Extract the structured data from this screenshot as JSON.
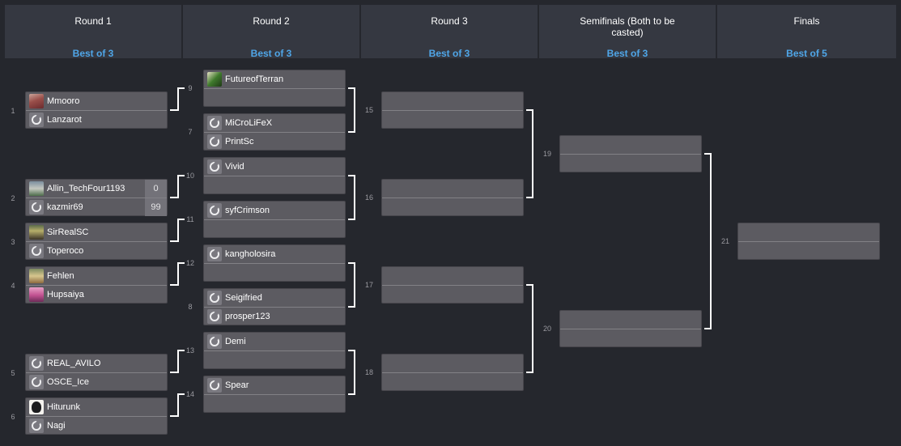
{
  "rounds": [
    {
      "title": "Round 1",
      "best_of": "Best of 3"
    },
    {
      "title": "Round 2",
      "best_of": "Best of 3"
    },
    {
      "title": "Round 3",
      "best_of": "Best of 3"
    },
    {
      "title": "Semifinals (Both to be casted)",
      "best_of": "Best of 3"
    },
    {
      "title": "Finals",
      "best_of": "Best of 5"
    }
  ],
  "round1": [
    {
      "num": "1",
      "p1": {
        "name": "Mmooro",
        "icon": "avatar-photo"
      },
      "p2": {
        "name": "Lanzarot",
        "icon": "faction-icon"
      }
    },
    {
      "num": "2",
      "p1": {
        "name": "Allin_TechFour1193",
        "icon": "avatar-photo",
        "score": "0"
      },
      "p2": {
        "name": "kazmir69",
        "icon": "faction-icon",
        "score": "99"
      }
    },
    {
      "num": "3",
      "p1": {
        "name": "SirRealSC",
        "icon": "avatar-photo"
      },
      "p2": {
        "name": "Toperoco",
        "icon": "faction-icon"
      }
    },
    {
      "num": "4",
      "p1": {
        "name": "Fehlen",
        "icon": "avatar-photo"
      },
      "p2": {
        "name": "Hupsaiya",
        "icon": "avatar-photo"
      }
    },
    {
      "num": "5",
      "p1": {
        "name": "REAL_AVILO",
        "icon": "faction-icon"
      },
      "p2": {
        "name": "OSCE_Ice",
        "icon": "faction-icon"
      }
    },
    {
      "num": "6",
      "p1": {
        "name": "Hiturunk",
        "icon": "avatar-photo"
      },
      "p2": {
        "name": "Nagi",
        "icon": "faction-icon"
      }
    }
  ],
  "round2": [
    {
      "num": "9",
      "p1": {
        "name": "FutureofTerran",
        "icon": "avatar-photo"
      },
      "p2": {
        "name": ""
      }
    },
    {
      "num": "7",
      "p1": {
        "name": "MiCroLiFeX",
        "icon": "faction-icon"
      },
      "p2": {
        "name": "PrintSc",
        "icon": "faction-icon"
      }
    },
    {
      "num": "10",
      "p1": {
        "name": "Vivid",
        "icon": "faction-icon"
      },
      "p2": {
        "name": ""
      }
    },
    {
      "num": "11",
      "p1": {
        "name": "syfCrimson",
        "icon": "faction-icon"
      },
      "p2": {
        "name": ""
      }
    },
    {
      "num": "12",
      "p1": {
        "name": "kangholosira",
        "icon": "faction-icon"
      },
      "p2": {
        "name": ""
      }
    },
    {
      "num": "8",
      "p1": {
        "name": "Seigifried",
        "icon": "faction-icon"
      },
      "p2": {
        "name": "prosper123",
        "icon": "faction-icon"
      }
    },
    {
      "num": "13",
      "p1": {
        "name": "Demi",
        "icon": "faction-icon"
      },
      "p2": {
        "name": ""
      }
    },
    {
      "num": "14",
      "p1": {
        "name": "Spear",
        "icon": "faction-icon"
      },
      "p2": {
        "name": ""
      }
    }
  ],
  "round3": [
    {
      "num": "15"
    },
    {
      "num": "16"
    },
    {
      "num": "17"
    },
    {
      "num": "18"
    }
  ],
  "semifinals": [
    {
      "num": "19"
    },
    {
      "num": "20"
    }
  ],
  "finals": [
    {
      "num": "21"
    }
  ],
  "colors": {
    "background": "#25272d",
    "header": "#353841",
    "best_of_accent": "#4fa6e8",
    "match_box": "#5c5b61"
  }
}
